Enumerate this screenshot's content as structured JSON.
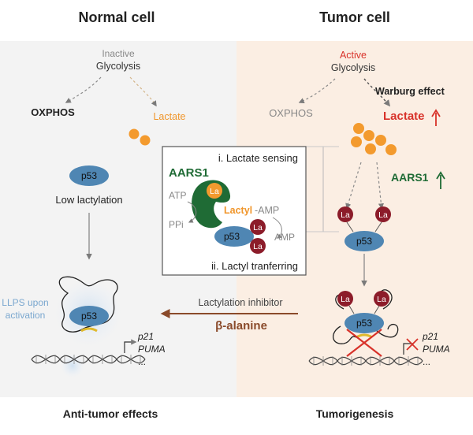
{
  "left": {
    "title": "Normal cell",
    "glycolysis_state": "Inactive",
    "glycolysis": "Glycolysis",
    "oxphos": "OXPHOS",
    "lactate": "Lactate",
    "p53": "p53",
    "low_lactylation": "Low lactylation",
    "llps_line1": "LLPS upon",
    "llps_line2": "activation",
    "gene1": "p21",
    "gene2": "PUMA",
    "ellipsis": "...",
    "footer": "Anti-tumor effects"
  },
  "right": {
    "title": "Tumor cell",
    "glycolysis_state": "Active",
    "glycolysis": "Glycolysis",
    "warburg": "Warburg effect",
    "oxphos": "OXPHOS",
    "lactate": "Lactate",
    "aars1": "AARS1",
    "p53": "p53",
    "la": "La",
    "gene1": "p21",
    "gene2": "PUMA",
    "ellipsis": "...",
    "footer": "Tumorigenesis"
  },
  "inset": {
    "step1": "i. Lactate sensing",
    "aars1": "AARS1",
    "la": "La",
    "atp": "ATP",
    "ppi": "PPi",
    "lactyl": "Lactyl",
    "amp_suffix": "-AMP",
    "p53": "p53",
    "amp": "AMP",
    "step2": "ii. Lactyl tranferring"
  },
  "middle": {
    "inhibitor_label": "Lactylation inhibitor",
    "inhibitor": "β-alanine"
  },
  "colors": {
    "red": "#d8322a",
    "orange": "#f0962b",
    "green": "#1f6b35",
    "p53_blue": "#4f86b3",
    "la_red": "#8c1c2a",
    "brown": "#8a4a2a",
    "tumor_bg": "#fbeee3",
    "normal_bg": "#f3f3f3"
  }
}
